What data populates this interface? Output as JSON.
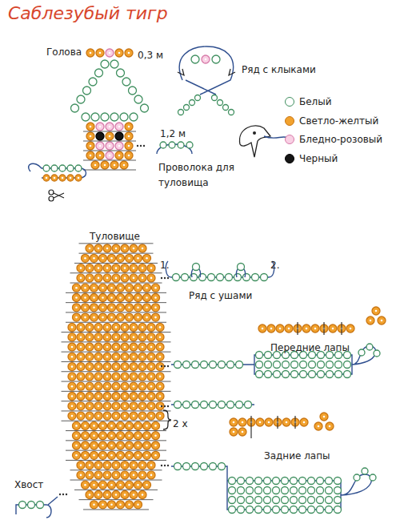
{
  "diagram": {
    "title": "Саблезубый тигр",
    "labels": [
      "Голова",
      "0,3 м",
      "Ряд с клыками",
      "1,2 м",
      "Проволока для туловища",
      "Туловище",
      "1.",
      "2.",
      "Ряд с ушами",
      "Передние лапы",
      "2 х",
      "Задние лапы",
      "Хвост"
    ],
    "legend": [
      {
        "text": "Белый",
        "color": "#ffffff"
      },
      {
        "text": "Светло-желтый",
        "color": "#f2a22e"
      },
      {
        "text": "Бледно-розовый",
        "color": "#f9d0e4"
      },
      {
        "text": "Черный",
        "color": "#151515"
      }
    ]
  }
}
